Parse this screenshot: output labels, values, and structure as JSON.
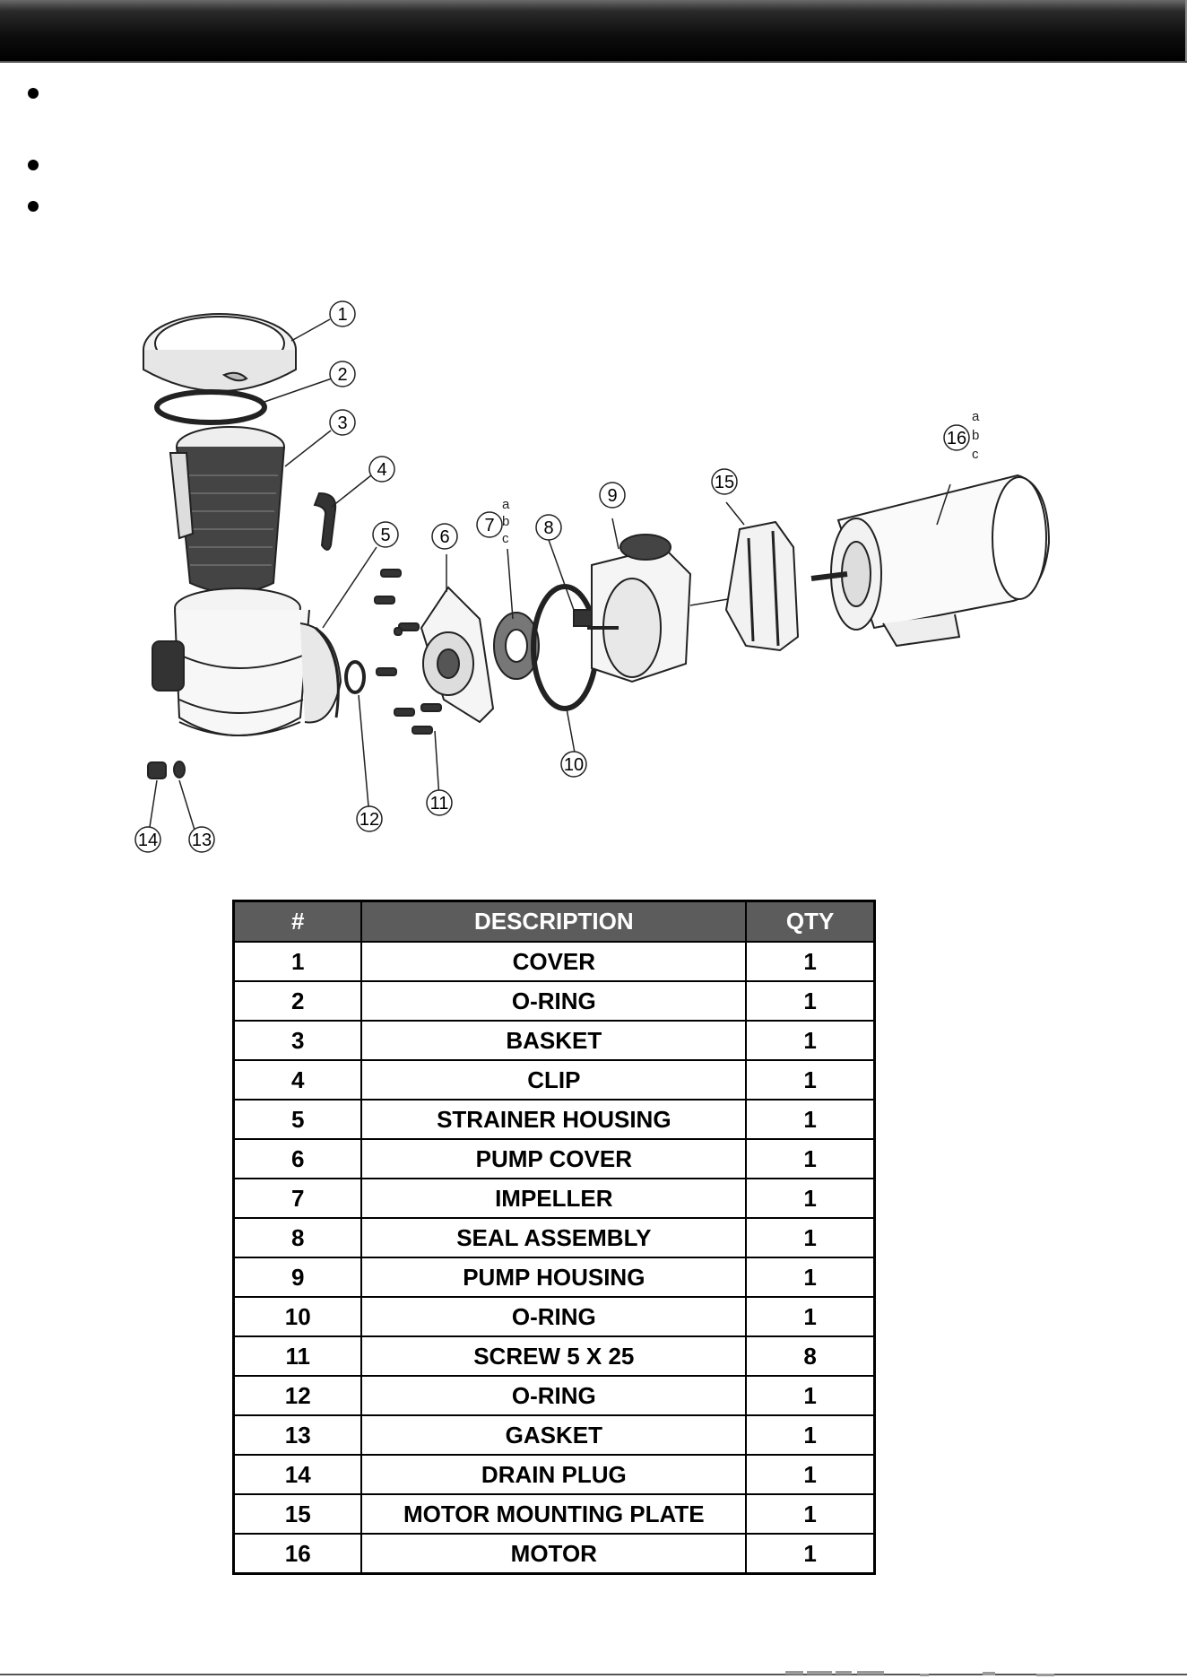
{
  "parts_table": {
    "headers": {
      "num": "#",
      "desc": "DESCRIPTION",
      "qty": "QTY"
    },
    "rows": [
      {
        "num": "1",
        "desc": "COVER",
        "qty": "1"
      },
      {
        "num": "2",
        "desc": "O-RING",
        "qty": "1"
      },
      {
        "num": "3",
        "desc": "BASKET",
        "qty": "1"
      },
      {
        "num": "4",
        "desc": "CLIP",
        "qty": "1"
      },
      {
        "num": "5",
        "desc": "STRAINER HOUSING",
        "qty": "1"
      },
      {
        "num": "6",
        "desc": "PUMP COVER",
        "qty": "1"
      },
      {
        "num": "7",
        "desc": "IMPELLER",
        "qty": "1"
      },
      {
        "num": "8",
        "desc": "SEAL ASSEMBLY",
        "qty": "1"
      },
      {
        "num": "9",
        "desc": "PUMP HOUSING",
        "qty": "1"
      },
      {
        "num": "10",
        "desc": "O-RING",
        "qty": "1"
      },
      {
        "num": "11",
        "desc": "SCREW 5 X 25",
        "qty": "8"
      },
      {
        "num": "12",
        "desc": "O-RING",
        "qty": "1"
      },
      {
        "num": "13",
        "desc": "GASKET",
        "qty": "1"
      },
      {
        "num": "14",
        "desc": "DRAIN PLUG",
        "qty": "1"
      },
      {
        "num": "15",
        "desc": "MOTOR MOUNTING PLATE",
        "qty": "1"
      },
      {
        "num": "16",
        "desc": "MOTOR",
        "qty": "1"
      }
    ]
  },
  "diagram": {
    "callouts": [
      "1",
      "2",
      "3",
      "4",
      "5",
      "6",
      "7",
      "8",
      "9",
      "10",
      "11",
      "12",
      "13",
      "14",
      "15",
      "16"
    ],
    "sub_letters": {
      "c7": [
        "a",
        "b",
        "c"
      ],
      "c16": [
        "a",
        "b",
        "c"
      ]
    }
  }
}
